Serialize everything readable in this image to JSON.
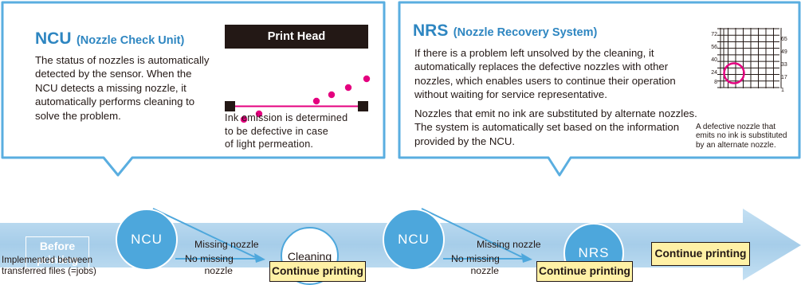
{
  "ncu_panel": {
    "title": "NCU",
    "subtitle": "(Nozzle Check Unit)",
    "description": "The status of nozzles is automatically detected by the sensor. When the NCU detects a missing nozzle, it automatically performs cleaning to solve the problem.",
    "print_head_label": "Print Head",
    "caption_line1": "Ink emission is determined",
    "caption_line2": "to be defective in case",
    "caption_line3": "of light permeation."
  },
  "nrs_panel": {
    "title": "NRS",
    "subtitle": "(Nozzle Recovery System)",
    "paragraph1": "If there is a problem left unsolved by the cleaning, it automatically replaces the defective nozzles with other nozzles, which enables users to continue their operation without waiting for service representative.",
    "paragraph2": "Nozzles that emit no ink are substituted by alternate nozzles. The system is automatically set based on the information provided by the NCU.",
    "grid_left_numbers": [
      "72",
      "56",
      "40",
      "24",
      "8"
    ],
    "grid_right_numbers": [
      "65",
      "49",
      "33",
      "17",
      "1"
    ],
    "grid_caption_line1": "A defective nozzle that",
    "grid_caption_line2": "emits no ink is substituted",
    "grid_caption_line3": "by an alternate nozzle."
  },
  "flow": {
    "before_line1": "Before",
    "before_line2": "printing",
    "ncu1": "NCU",
    "missing1": "Missing nozzle",
    "cleaning": "Cleaning",
    "ncu2": "NCU",
    "missing2": "Missing nozzle",
    "nrs": "NRS",
    "continue_main": "Continue printing",
    "no_missing1_line1": "No missing",
    "no_missing1_line2": "nozzle",
    "continue1": "Continue printing",
    "no_missing2_line1": "No missing",
    "no_missing2_line2": "nozzle",
    "continue2": "Continue printing",
    "footnote_line1": "Implemented between",
    "footnote_line2": "transferred files (=jobs)"
  },
  "colors": {
    "accent_blue": "#2e86c1",
    "circle_blue": "#4da7dc",
    "arrow_blue": "#a9cfea",
    "callout_border": "#5aaee0",
    "dot_magenta": "#e4007f",
    "continue_fill": "#fff1a6"
  }
}
